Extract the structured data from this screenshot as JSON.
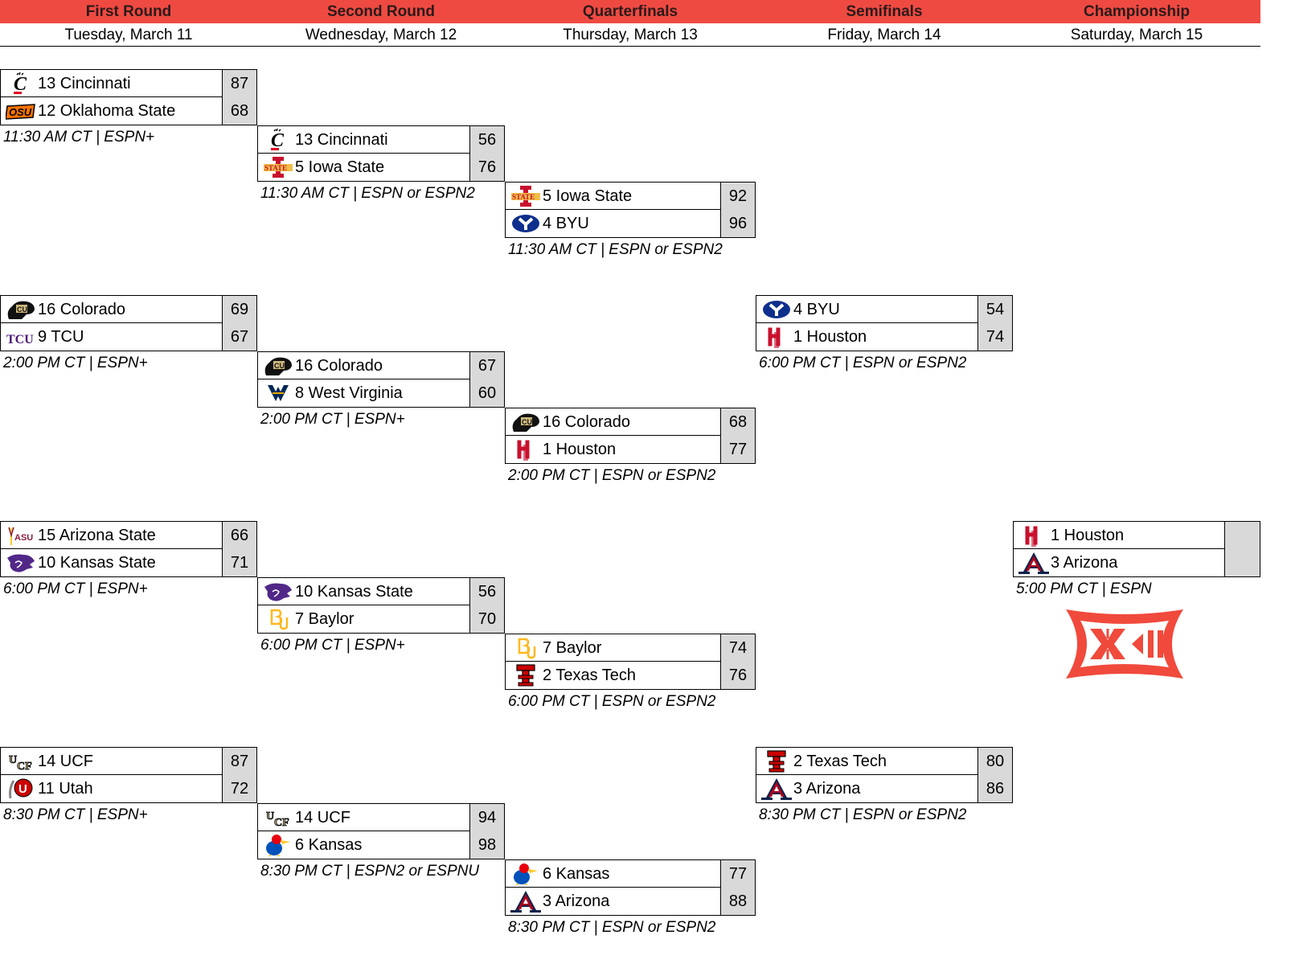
{
  "header": {
    "rounds": [
      {
        "label": "First Round",
        "date": "Tuesday, March 11"
      },
      {
        "label": "Second Round",
        "date": "Wednesday, March 12"
      },
      {
        "label": "Quarterfinals",
        "date": "Thursday, March 13"
      },
      {
        "label": "Semifinals",
        "date": "Friday, March 14"
      },
      {
        "label": "Championship",
        "date": "Saturday, March 15"
      }
    ],
    "accent_color": "#EF4A42"
  },
  "games": {
    "r1g1": {
      "top": {
        "team": "13 Cincinnati",
        "logo": "cincinnati-logo",
        "score": "87"
      },
      "bottom": {
        "team": "12 Oklahoma State",
        "logo": "oklahoma-state-logo",
        "score": "68"
      },
      "time": "11:30 AM CT | ESPN+"
    },
    "r1g2": {
      "top": {
        "team": "16 Colorado",
        "logo": "colorado-logo",
        "score": "69"
      },
      "bottom": {
        "team": "9 TCU",
        "logo": "tcu-logo",
        "score": "67"
      },
      "time": "2:00 PM CT | ESPN+"
    },
    "r1g3": {
      "top": {
        "team": "15 Arizona State",
        "logo": "arizona-state-logo",
        "score": "66"
      },
      "bottom": {
        "team": "10 Kansas State",
        "logo": "kansas-state-logo",
        "score": "71"
      },
      "time": "6:00 PM CT | ESPN+"
    },
    "r1g4": {
      "top": {
        "team": "14 UCF",
        "logo": "ucf-logo",
        "score": "87"
      },
      "bottom": {
        "team": "11 Utah",
        "logo": "utah-logo",
        "score": "72"
      },
      "time": "8:30 PM CT | ESPN+"
    },
    "r2g1": {
      "top": {
        "team": "13 Cincinnati",
        "logo": "cincinnati-logo",
        "score": "56"
      },
      "bottom": {
        "team": "5 Iowa State",
        "logo": "iowa-state-logo",
        "score": "76"
      },
      "time": "11:30 AM CT | ESPN or ESPN2"
    },
    "r2g2": {
      "top": {
        "team": "16 Colorado",
        "logo": "colorado-logo",
        "score": "67"
      },
      "bottom": {
        "team": "8 West Virginia",
        "logo": "west-virginia-logo",
        "score": "60"
      },
      "time": "2:00 PM CT | ESPN+"
    },
    "r2g3": {
      "top": {
        "team": "10 Kansas State",
        "logo": "kansas-state-logo",
        "score": "56"
      },
      "bottom": {
        "team": "7 Baylor",
        "logo": "baylor-logo",
        "score": "70"
      },
      "time": "6:00 PM CT | ESPN+"
    },
    "r2g4": {
      "top": {
        "team": "14 UCF",
        "logo": "ucf-logo",
        "score": "94"
      },
      "bottom": {
        "team": "6 Kansas",
        "logo": "kansas-logo",
        "score": "98"
      },
      "time": "8:30 PM CT | ESPN2 or ESPNU"
    },
    "qf1": {
      "top": {
        "team": "5 Iowa State",
        "logo": "iowa-state-logo",
        "score": "92"
      },
      "bottom": {
        "team": "4 BYU",
        "logo": "byu-logo",
        "score": "96"
      },
      "time": "11:30 AM CT | ESPN or ESPN2"
    },
    "qf2": {
      "top": {
        "team": "16 Colorado",
        "logo": "colorado-logo",
        "score": "68"
      },
      "bottom": {
        "team": "1 Houston",
        "logo": "houston-logo",
        "score": "77"
      },
      "time": "2:00 PM CT | ESPN or ESPN2"
    },
    "qf3": {
      "top": {
        "team": "7 Baylor",
        "logo": "baylor-logo",
        "score": "74"
      },
      "bottom": {
        "team": "2 Texas Tech",
        "logo": "texas-tech-logo",
        "score": "76"
      },
      "time": "6:00 PM CT | ESPN or ESPN2"
    },
    "qf4": {
      "top": {
        "team": "6 Kansas",
        "logo": "kansas-logo",
        "score": "77"
      },
      "bottom": {
        "team": "3 Arizona",
        "logo": "arizona-logo",
        "score": "88"
      },
      "time": "8:30 PM CT | ESPN or ESPN2"
    },
    "sf1": {
      "top": {
        "team": "4 BYU",
        "logo": "byu-logo",
        "score": "54"
      },
      "bottom": {
        "team": "1 Houston",
        "logo": "houston-logo",
        "score": "74"
      },
      "time": "6:00 PM CT | ESPN or ESPN2"
    },
    "sf2": {
      "top": {
        "team": "2 Texas Tech",
        "logo": "texas-tech-logo",
        "score": "80"
      },
      "bottom": {
        "team": "3 Arizona",
        "logo": "arizona-logo",
        "score": "86"
      },
      "time": "8:30 PM CT | ESPN or ESPN2"
    },
    "final": {
      "top": {
        "team": "1 Houston",
        "logo": "houston-logo",
        "score": ""
      },
      "bottom": {
        "team": "3 Arizona",
        "logo": "arizona-logo",
        "score": ""
      },
      "time": "5:00 PM CT | ESPN"
    }
  },
  "conference_logo": {
    "name": "big-12-logo",
    "text": "XII",
    "color": "#F04A3C"
  }
}
